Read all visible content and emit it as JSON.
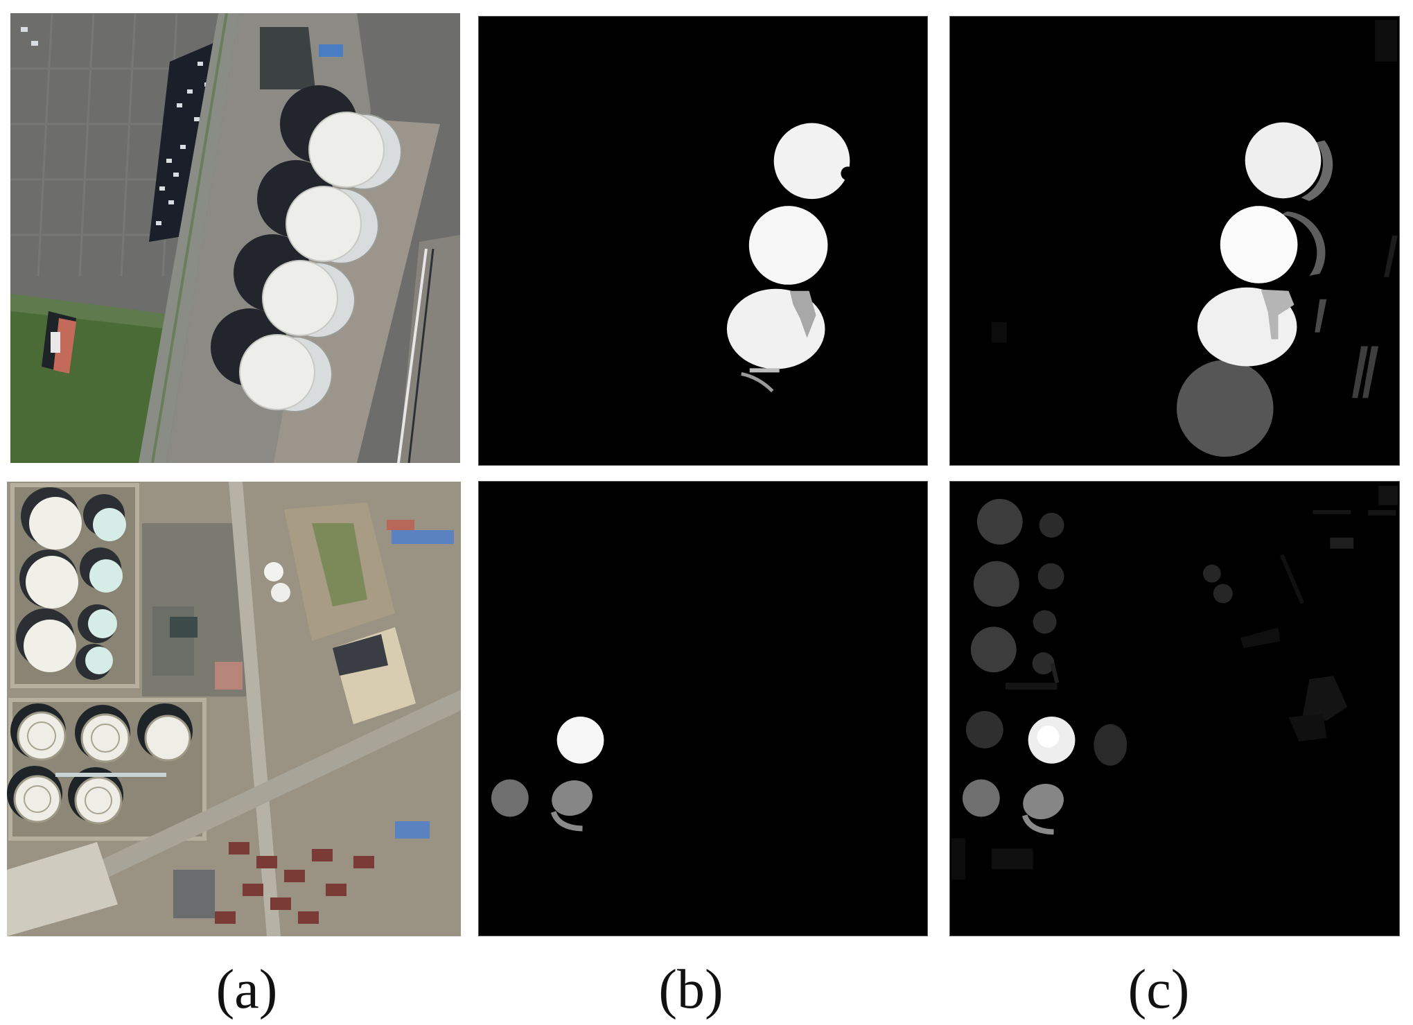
{
  "figure": {
    "rows": 2,
    "columns": [
      {
        "id": "a",
        "label": "(a)",
        "description": "input satellite image"
      },
      {
        "id": "b",
        "label": "(b)",
        "description": "ground truth mask"
      },
      {
        "id": "c",
        "label": "(c)",
        "description": "predicted mask"
      }
    ],
    "colors": {
      "background": "#ffffff",
      "mask_background": "#000000",
      "mask_foreground": "#f4f4f4",
      "mask_gray": "#7a7a7a",
      "mask_dark_gray": "#3a3a3a",
      "label_text": "#111111"
    }
  },
  "labels": {
    "a": "(a)",
    "b": "(b)",
    "c": "(c)"
  }
}
